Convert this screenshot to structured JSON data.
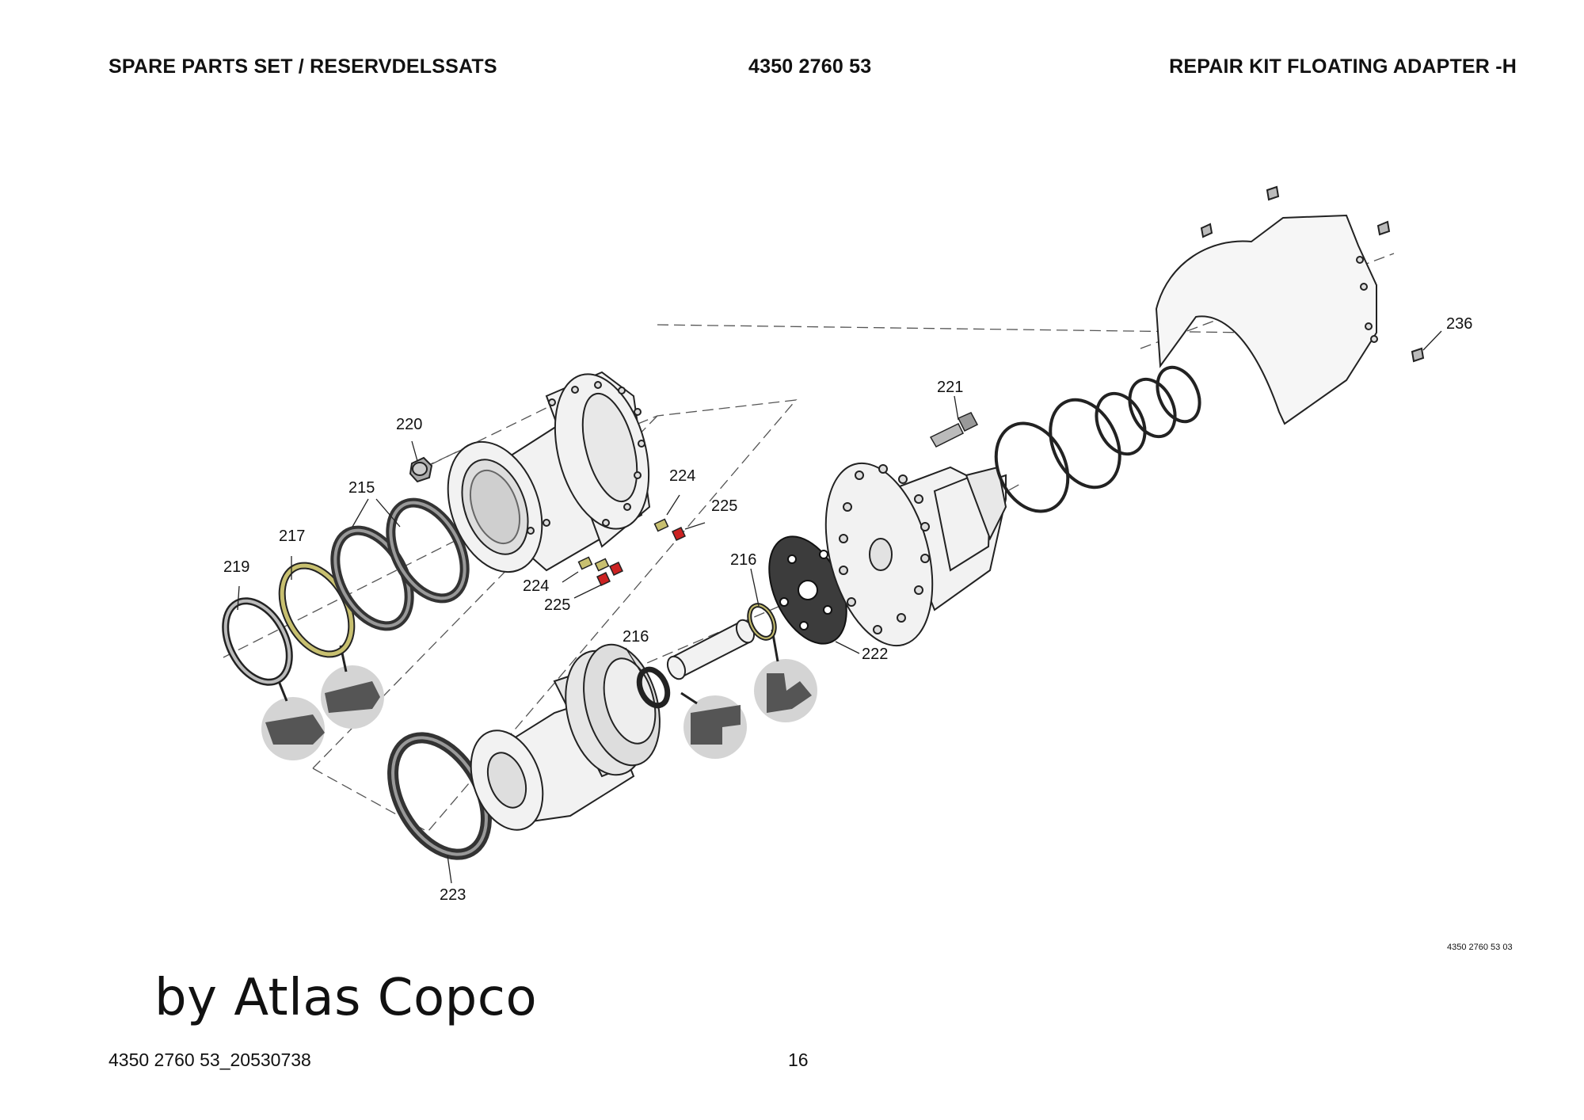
{
  "header": {
    "left": "SPARE PARTS SET / RESERVDELSSATS",
    "center": "4350 2760 53",
    "right": "REPAIR KIT FLOATING ADAPTER -H"
  },
  "callouts": {
    "c215": "215",
    "c216a": "216",
    "c216b": "216",
    "c217": "217",
    "c219": "219",
    "c220": "220",
    "c221": "221",
    "c222": "222",
    "c223": "223",
    "c224a": "224",
    "c224b": "224",
    "c225a": "225",
    "c225b": "225",
    "c236": "236"
  },
  "figure_code": "4350 2760 53 03",
  "brand": "by Atlas Copco",
  "footer": {
    "doc_id": "4350 2760 53_20530738",
    "page": "16"
  },
  "colors": {
    "line": "#222222",
    "fill": "#f2f2f2",
    "dark_part": "#3c3c3c",
    "seal_yellow": "#c8c070",
    "plug_red": "#cc2222",
    "detail_circle": "#d4d4d4",
    "detail_shape": "#555555"
  }
}
